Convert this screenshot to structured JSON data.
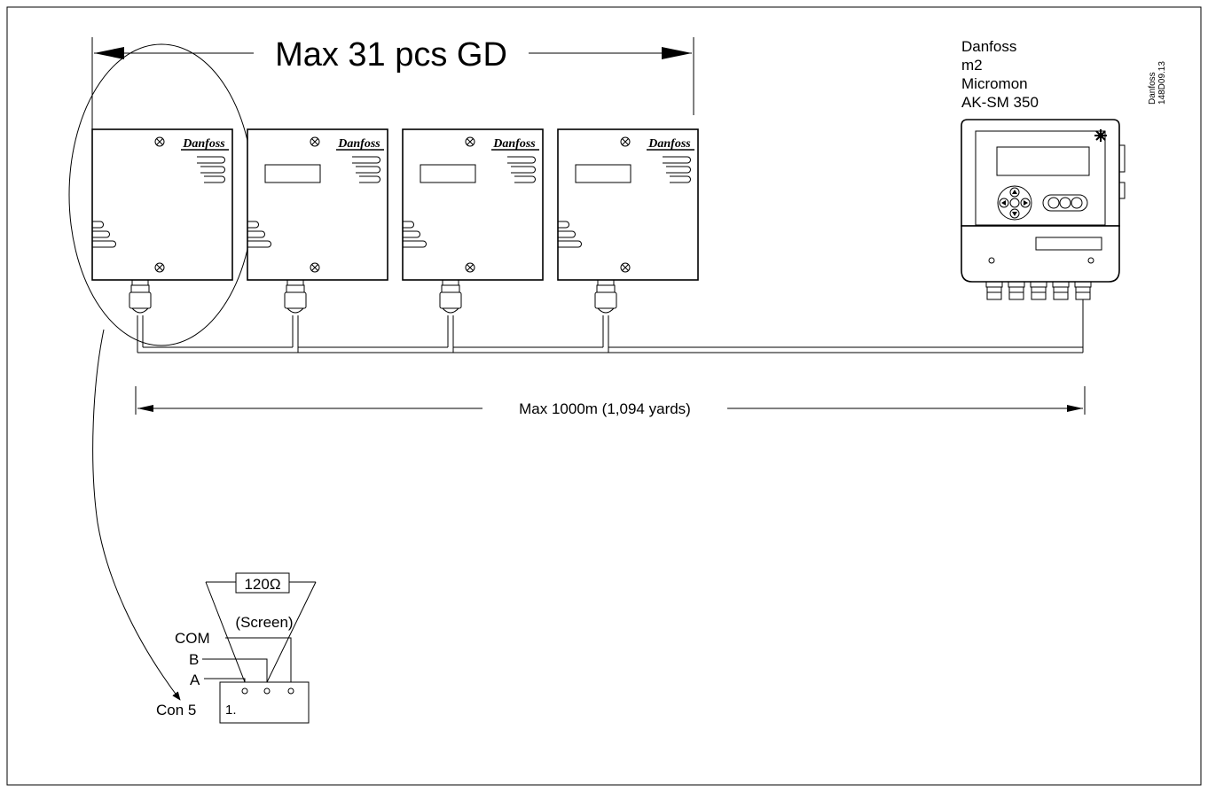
{
  "title_dimension": "Max 31 pcs GD",
  "length_dimension": "Max 1000m (1,094 yards)",
  "controller_labels": [
    "Danfoss",
    "m2",
    "Micromon",
    "AK-SM 350"
  ],
  "drawing_code_line1": "Danfoss",
  "drawing_code_line2": "148D09.13",
  "resistor_label": "120Ω",
  "screen_label": "(Screen)",
  "terminal_com": "COM",
  "terminal_b": "B",
  "terminal_a": "A",
  "connector_label": "Con 5",
  "pin_one_label": "1.",
  "detector_count_shown": 4,
  "detector_brand_marks": [
    "Danfoss",
    "Danfoss",
    "Danfoss",
    "Danfoss"
  ]
}
